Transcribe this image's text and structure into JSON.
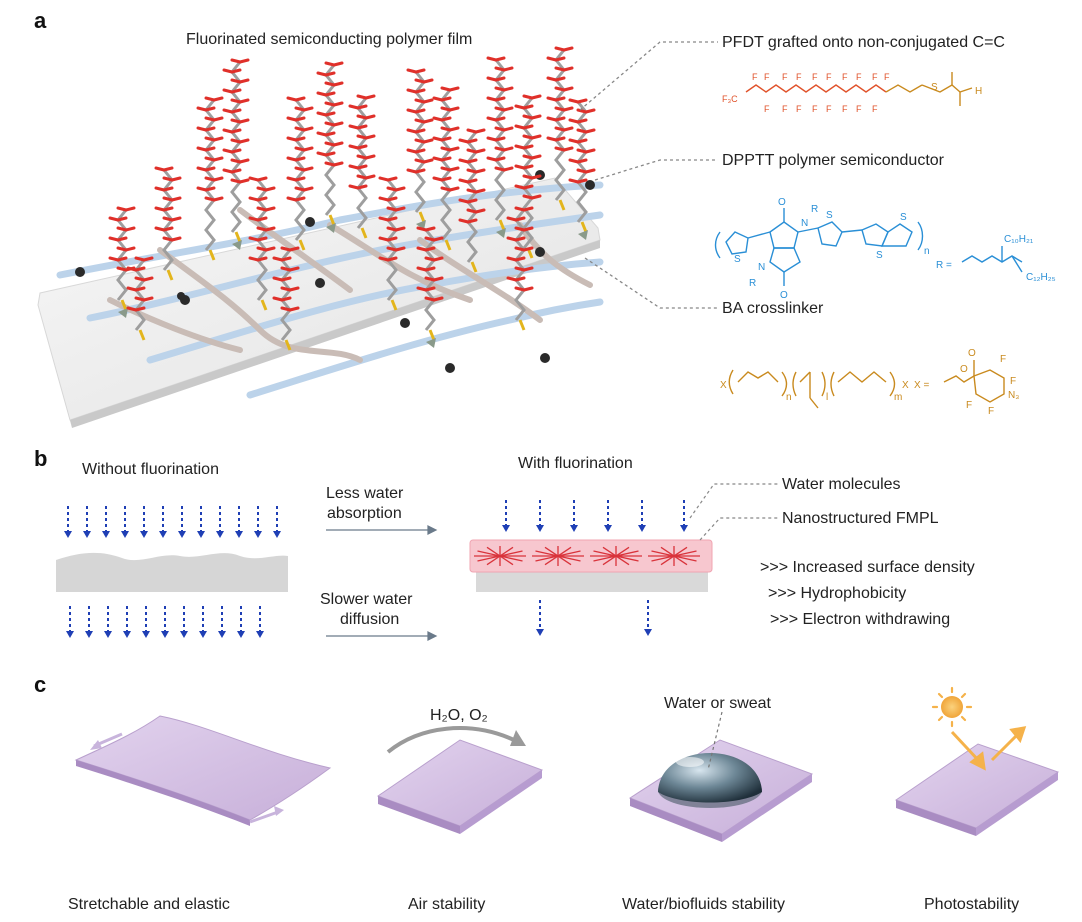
{
  "panels": {
    "a": "a",
    "b": "b",
    "c": "c"
  },
  "panel_a": {
    "title": "Fluorinated semiconducting polymer film",
    "callouts": [
      "PFDT grafted onto non-conjugated C=C",
      "DPPTT polymer semiconductor",
      "BA crosslinker"
    ],
    "pfdt_labels": {
      "f3c": "F₃C",
      "f": "F",
      "s": "S",
      "h": "H"
    },
    "dpptt_labels": {
      "o": "O",
      "n": "N",
      "r": "R",
      "s": "S",
      "sub_n": "n",
      "r_eq": "R =",
      "c10": "C₁₀H₂₁",
      "c12": "C₁₂H₂₅"
    },
    "ba_labels": {
      "x": "X",
      "sub_n": "n",
      "sub_l": "l",
      "sub_m": "m",
      "x_eq": "X =",
      "o": "O",
      "f": "F",
      "n3": "N₃"
    }
  },
  "panel_b": {
    "left_title": "Without  fluorination",
    "right_title": "With fluorination",
    "arrow1_line1": "Less water",
    "arrow1_line2": "absorption",
    "arrow2_line1": "Slower water",
    "arrow2_line2": "diffusion",
    "legend": [
      "Water molecules",
      "Nanostructured FMPL"
    ],
    "properties": [
      ">>> Increased surface density",
      ">>> Hydrophobicity",
      ">>> Electron withdrawing"
    ]
  },
  "panel_c": {
    "gas_label": "H₂O, O₂",
    "drop_label": "Water or sweat",
    "captions": [
      "Stretchable and elastic",
      "Air stability",
      "Water/biofluids stability",
      "Photostability"
    ]
  },
  "colors": {
    "fluorine_red": "#e0302a",
    "backbone_gray": "#a9a9a9",
    "sulfur_yellow": "#e3b51c",
    "polymer_blue": "#2a8fd6",
    "crosslinker_gold": "#c98a1e",
    "water_arrow_blue": "#1f3fb5",
    "film_pink": "#f3b7c0",
    "film_red_net": "#d9333b",
    "substrate_lilac": "#cbb4dc",
    "sun_orange": "#f5b24a"
  }
}
